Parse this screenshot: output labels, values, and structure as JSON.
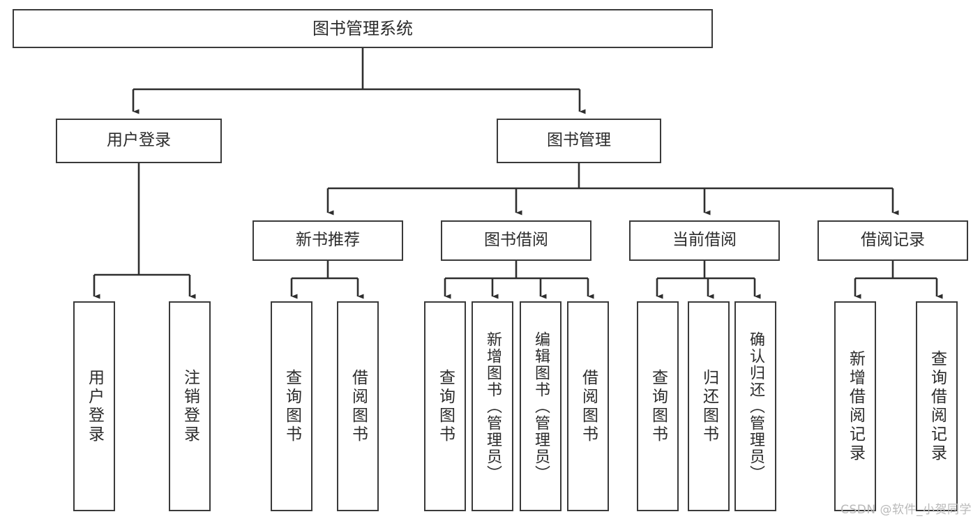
{
  "diagram": {
    "title": "图书管理系统",
    "type": "tree",
    "watermark": "CSDN @软件_小贺同学",
    "colors": {
      "box_border": "#3a3a3a",
      "box_fill": "#ffffff",
      "edge": "#2e2e2e",
      "text": "#2b2b2b",
      "watermark": "#b9b9b9",
      "background": "#ffffff"
    },
    "levels": {
      "root": "图书管理系统",
      "level2": [
        "用户登录",
        "图书管理"
      ],
      "level3": [
        "新书推荐",
        "图书借阅",
        "当前借阅",
        "借阅记录"
      ]
    },
    "nodes": {
      "root": {
        "label": "图书管理系统"
      },
      "user_login": {
        "label": "用户登录"
      },
      "book_manage": {
        "label": "图书管理"
      },
      "new_book_rec": {
        "label": "新书推荐"
      },
      "book_borrow": {
        "label": "图书借阅"
      },
      "current_borrow": {
        "label": "当前借阅"
      },
      "borrow_record": {
        "label": "借阅记录"
      },
      "leaf_user_login": {
        "label": "用户登录"
      },
      "leaf_logout": {
        "label": "注销登录"
      },
      "leaf_query_book_1": {
        "label": "查询图书"
      },
      "leaf_borrow_book_1": {
        "label": "借阅图书"
      },
      "leaf_query_book_2": {
        "label": "查询图书"
      },
      "leaf_add_book": {
        "label": "新增图书（管理员）"
      },
      "leaf_edit_book": {
        "label": "编辑图书（管理员）"
      },
      "leaf_borrow_book_2": {
        "label": "借阅图书"
      },
      "leaf_query_book_3": {
        "label": "查询图书"
      },
      "leaf_return_book": {
        "label": "归还图书"
      },
      "leaf_confirm_return": {
        "label": "确认归还（管理员）"
      },
      "leaf_add_record": {
        "label": "新增借阅记录"
      },
      "leaf_query_record": {
        "label": "查询借阅记录"
      }
    },
    "edges": [
      {
        "from": "root",
        "to": "user_login"
      },
      {
        "from": "root",
        "to": "book_manage"
      },
      {
        "from": "user_login",
        "to": "leaf_user_login"
      },
      {
        "from": "user_login",
        "to": "leaf_logout"
      },
      {
        "from": "book_manage",
        "to": "new_book_rec"
      },
      {
        "from": "book_manage",
        "to": "book_borrow"
      },
      {
        "from": "book_manage",
        "to": "current_borrow"
      },
      {
        "from": "book_manage",
        "to": "borrow_record"
      },
      {
        "from": "new_book_rec",
        "to": "leaf_query_book_1"
      },
      {
        "from": "new_book_rec",
        "to": "leaf_borrow_book_1"
      },
      {
        "from": "book_borrow",
        "to": "leaf_query_book_2"
      },
      {
        "from": "book_borrow",
        "to": "leaf_add_book"
      },
      {
        "from": "book_borrow",
        "to": "leaf_edit_book"
      },
      {
        "from": "book_borrow",
        "to": "leaf_borrow_book_2"
      },
      {
        "from": "current_borrow",
        "to": "leaf_query_book_3"
      },
      {
        "from": "current_borrow",
        "to": "leaf_return_book"
      },
      {
        "from": "current_borrow",
        "to": "leaf_confirm_return"
      },
      {
        "from": "borrow_record",
        "to": "leaf_add_record"
      },
      {
        "from": "borrow_record",
        "to": "leaf_query_record"
      }
    ]
  }
}
